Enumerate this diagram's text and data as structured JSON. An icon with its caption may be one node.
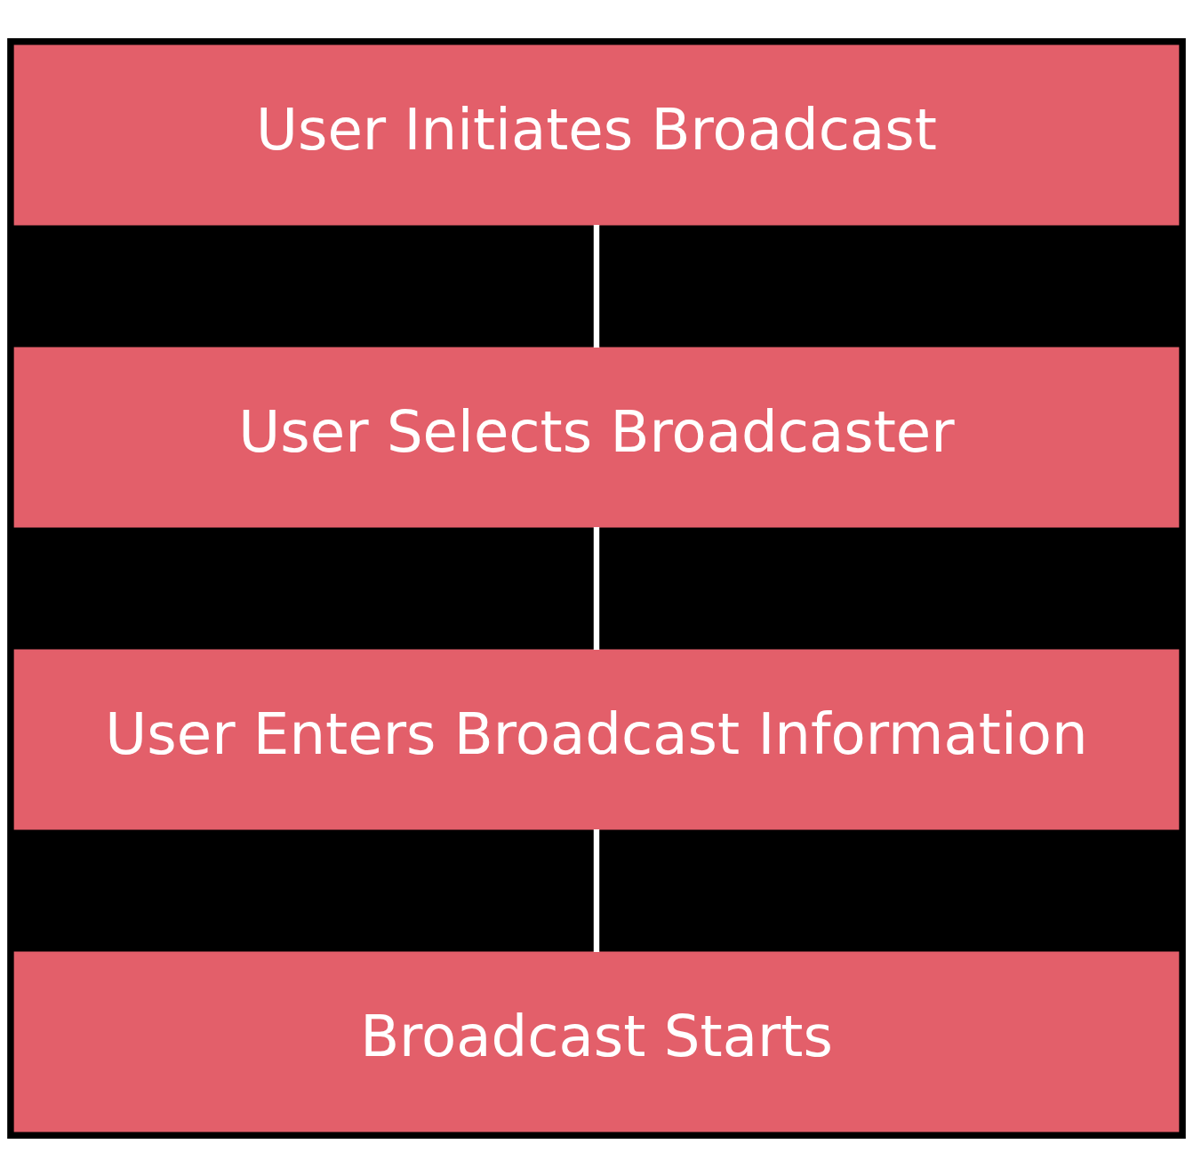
{
  "diagram": {
    "nodes": [
      {
        "text": [
          "User Initiates Broadcast"
        ]
      },
      {
        "text": [
          "User Selects Broadcaster"
        ]
      },
      {
        "text": [
          "User Enters Broadcast Information"
        ]
      },
      {
        "text": [
          "Broadcast Starts"
        ]
      }
    ],
    "edges": [
      {
        "from": 0,
        "to": 1,
        "arrow": "none"
      },
      {
        "from": 1,
        "to": 2,
        "arrow": "none"
      },
      {
        "from": 2,
        "to": 3,
        "arrow": "none"
      }
    ]
  }
}
